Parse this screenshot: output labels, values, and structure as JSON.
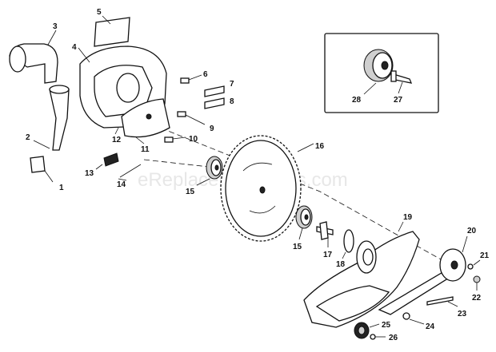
{
  "watermark": "eReplacementParts.com",
  "labels": [
    {
      "id": "1",
      "text": "1"
    },
    {
      "id": "2",
      "text": "2"
    },
    {
      "id": "3",
      "text": "3"
    },
    {
      "id": "4",
      "text": "4"
    },
    {
      "id": "5",
      "text": "5"
    },
    {
      "id": "6",
      "text": "6"
    },
    {
      "id": "7",
      "text": "7"
    },
    {
      "id": "8",
      "text": "8"
    },
    {
      "id": "9",
      "text": "9"
    },
    {
      "id": "10",
      "text": "10"
    },
    {
      "id": "11",
      "text": "11"
    },
    {
      "id": "12",
      "text": "12"
    },
    {
      "id": "13",
      "text": "13"
    },
    {
      "id": "14",
      "text": "14"
    },
    {
      "id": "15a",
      "text": "15"
    },
    {
      "id": "15b",
      "text": "15"
    },
    {
      "id": "16",
      "text": "16"
    },
    {
      "id": "17",
      "text": "17"
    },
    {
      "id": "18",
      "text": "18"
    },
    {
      "id": "19",
      "text": "19"
    },
    {
      "id": "20",
      "text": "20"
    },
    {
      "id": "21",
      "text": "21"
    },
    {
      "id": "22",
      "text": "22"
    },
    {
      "id": "23",
      "text": "23"
    },
    {
      "id": "24",
      "text": "24"
    },
    {
      "id": "25",
      "text": "25"
    },
    {
      "id": "26",
      "text": "26"
    },
    {
      "id": "27",
      "text": "27"
    },
    {
      "id": "28",
      "text": "28"
    }
  ]
}
